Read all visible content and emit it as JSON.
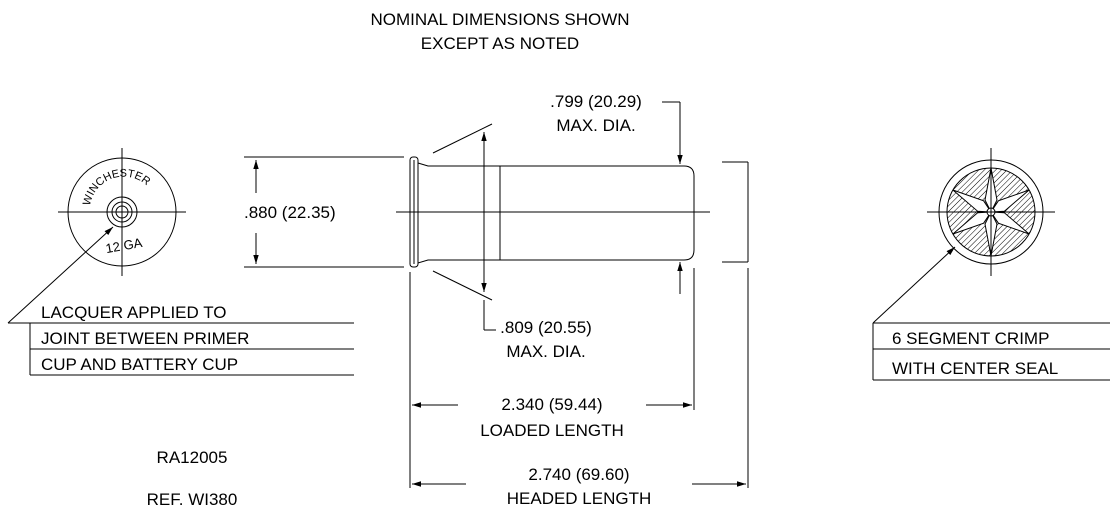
{
  "header": {
    "line1": "NOMINAL DIMENSIONS SHOWN",
    "line2": "EXCEPT AS NOTED"
  },
  "dimensions": {
    "max_dia_top": {
      "value": ".799 (20.29)",
      "label": "MAX. DIA."
    },
    "rim_dia": {
      "value": ".880 (22.35)"
    },
    "max_dia_base": {
      "value": ".809 (20.55)",
      "label": "MAX. DIA."
    },
    "loaded_length": {
      "value": "2.340 (59.44)",
      "label": "LOADED LENGTH"
    },
    "headed_length": {
      "value": "2.740 (69.60)",
      "label": "HEADED LENGTH"
    }
  },
  "head_view": {
    "stamp_top": "WINCHESTER",
    "stamp_bottom": "12 GA"
  },
  "lacquer_note": {
    "lines": [
      "LACQUER APPLIED TO",
      "JOINT BETWEEN PRIMER",
      "CUP AND BATTERY CUP"
    ]
  },
  "crimp_note": {
    "lines": [
      "6 SEGMENT CRIMP",
      "WITH CENTER SEAL"
    ]
  },
  "reference": {
    "part": "RA12005",
    "ref": "REF. WI380"
  }
}
